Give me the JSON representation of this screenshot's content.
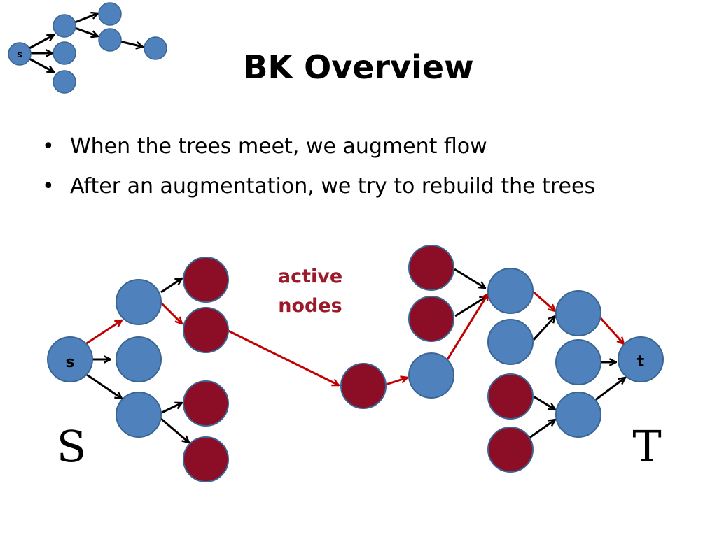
{
  "title": "BK Overview",
  "bullets": [
    "When the trees meet, we augment flow",
    "After an augmentation, we try to rebuild the trees"
  ],
  "labels": {
    "source": "s",
    "sink": "t",
    "source_tree": "S",
    "sink_tree": "T",
    "active_line1": "active",
    "active_line2": "nodes",
    "icon_source": "s"
  },
  "colors": {
    "tree_node": "#4f81bd",
    "active_node": "#8b0d26",
    "augment_path": "#c00000",
    "tree_edge": "#000000",
    "active_text": "#9b1a2a"
  }
}
